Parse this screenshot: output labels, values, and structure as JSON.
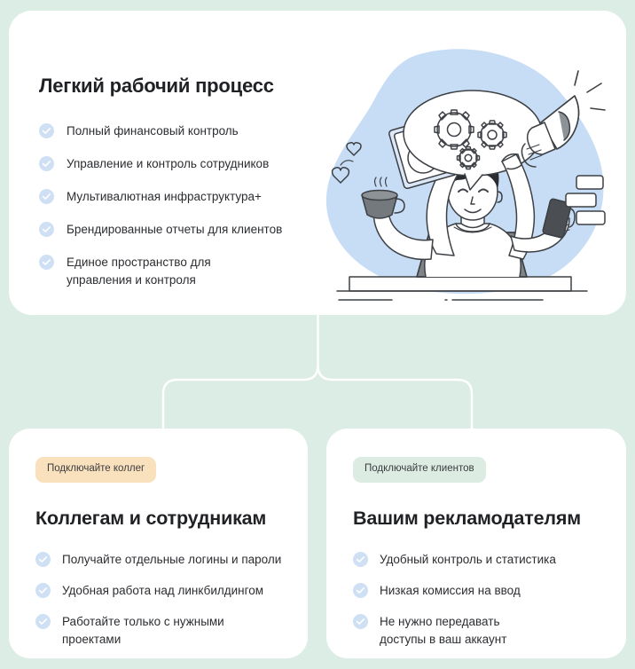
{
  "theme": {
    "page_background": "#dcede6",
    "card_background": "#ffffff",
    "heading_color": "#1f2124",
    "body_text_color": "#2b2d31",
    "check_circle_color": "#cfe0f4",
    "check_mark_color": "#ffffff",
    "badge_peach_color": "#fae1bd",
    "badge_green_color": "#dcece2",
    "connector_line_color": "#ffffff",
    "illustration_blob_color": "#c7ddf5"
  },
  "top_card": {
    "heading": "Легкий рабочий процесс",
    "features": [
      "Полный финансовый контроль",
      "Управление и контроль сотрудников",
      "Мультивалютная инфраструктура+",
      "Брендированные отчеты для клиентов",
      "Единое пространство для управления и контроля"
    ],
    "illustration": {
      "name": "multitasking-person-illustration",
      "elements": [
        "clipboard-with-clock-icon",
        "gears-thought-bubble",
        "megaphone-icon",
        "coffee-cup-icon",
        "heart-icons",
        "smartphone-icon",
        "chat-bubbles-icon",
        "laptop-icon",
        "desk"
      ]
    }
  },
  "bottom_cards": [
    {
      "badge": "Подключайте коллег",
      "badge_style": "peach",
      "heading": "Коллегам и сотрудникам",
      "features": [
        "Получайте отдельные логины и пароли",
        "Удобная работа над линкбилдингом",
        "Работайте только с нужными проектами"
      ]
    },
    {
      "badge": "Подключайте клиентов",
      "badge_style": "green",
      "heading": "Вашим рекламодателям",
      "features": [
        "Удобный контроль и статистика",
        "Низкая комиссия на ввод",
        "Не нужно передавать доступы в ваш аккаунт"
      ]
    }
  ]
}
